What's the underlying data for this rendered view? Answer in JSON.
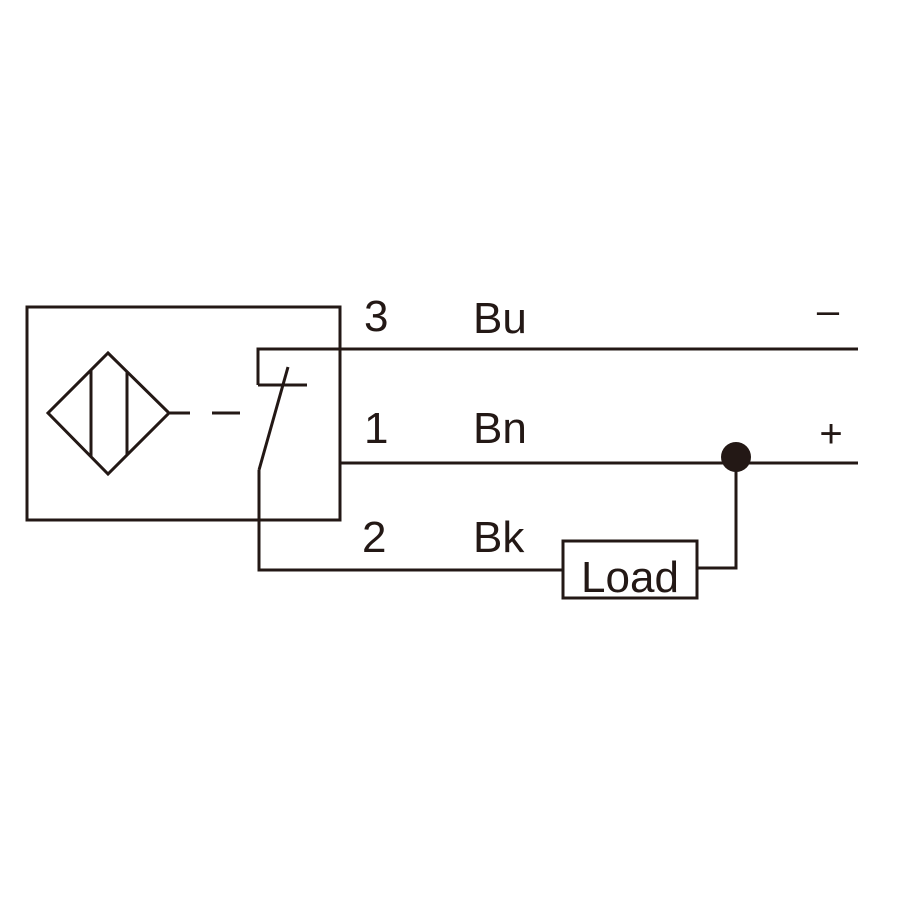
{
  "wires": [
    {
      "pin": "3",
      "color": "Bu",
      "polarity": "–"
    },
    {
      "pin": "1",
      "color": "Bn",
      "polarity": "+"
    },
    {
      "pin": "2",
      "color": "Bk",
      "polarity": ""
    }
  ],
  "load": {
    "label": "Load"
  },
  "colors": {
    "ink": "#231815",
    "background": "#ffffff"
  }
}
